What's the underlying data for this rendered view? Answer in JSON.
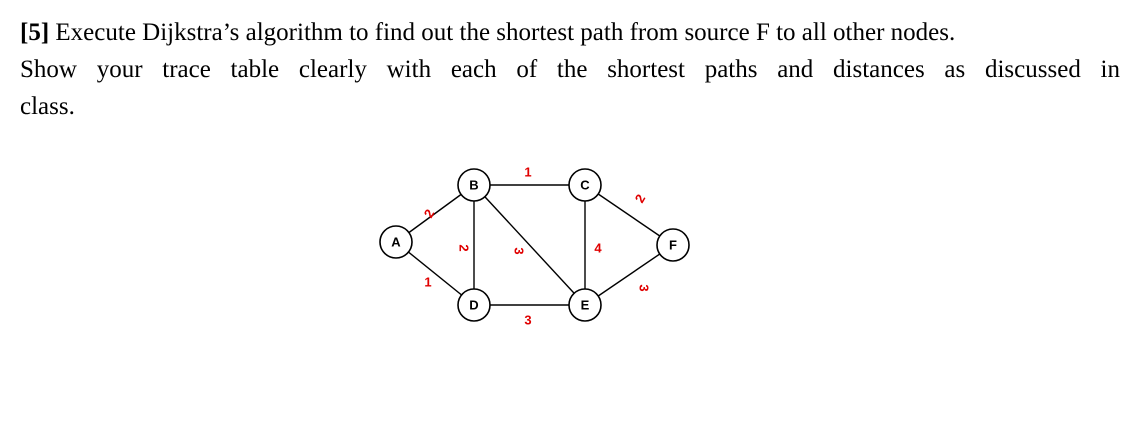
{
  "question": {
    "number": "[5]",
    "line1": "Execute Dijkstra’s algorithm to find out the shortest path from source F to all other nodes.",
    "line2": "Show your trace table clearly with each of the shortest paths and distances as discussed in",
    "line3": "class."
  },
  "graph": {
    "weight_color": "#e00000",
    "nodes": {
      "A": "A",
      "B": "B",
      "C": "C",
      "D": "D",
      "E": "E",
      "F": "F"
    },
    "edges": {
      "A_B": "2",
      "A_D": "1",
      "B_C": "1",
      "B_D": "2",
      "B_E": "3",
      "C_E": "4",
      "C_F": "2",
      "D_E": "3",
      "E_F": "3"
    }
  }
}
